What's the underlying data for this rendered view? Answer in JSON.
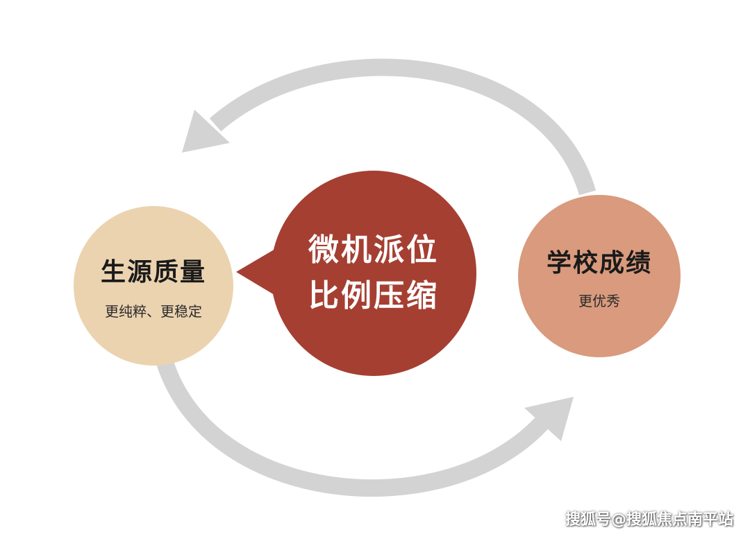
{
  "nodes": {
    "left": {
      "title": "生源质量",
      "subtitle": "更纯粹、更稳定",
      "color": "#ebd3b0"
    },
    "center": {
      "line1": "微机派位",
      "line2": "比例压缩",
      "color": "#a53f32"
    },
    "right": {
      "title": "学校成绩",
      "subtitle": "更优秀",
      "color": "#d99a7d"
    }
  },
  "arrows": {
    "color": "#d3d3d3"
  },
  "watermark": "搜狐号@搜狐焦点南平站"
}
